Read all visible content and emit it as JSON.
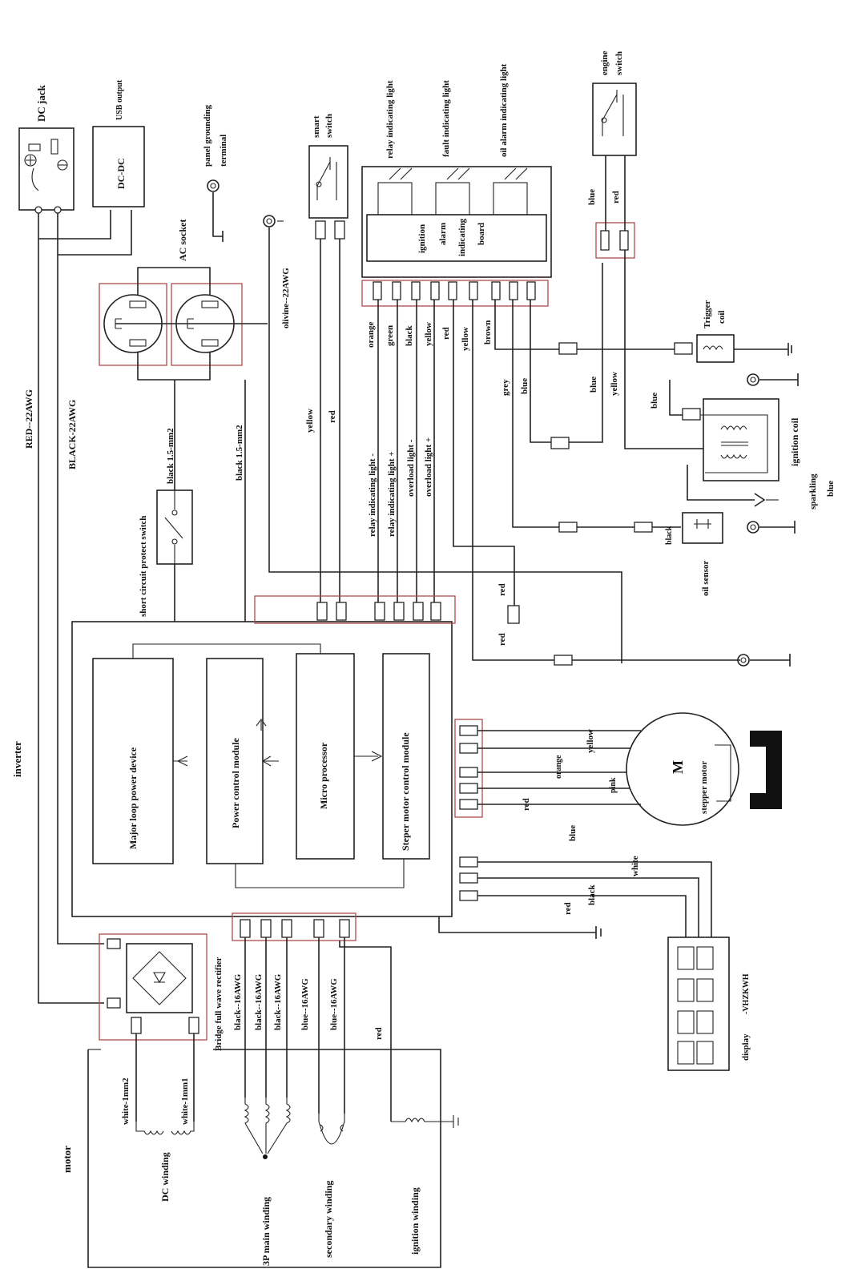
{
  "labels": {
    "dc_jack": "DC jack",
    "usb_output": "USB output",
    "dc_dc": "DC-DC",
    "panel_grounding": "panel grounding",
    "terminal": "terminal",
    "smart": "smart",
    "switch": "switch",
    "relay_light": "relay indicating light",
    "fault_light": "fault indicating light",
    "oil_light": "oil alarm indicating light",
    "engine": "engine",
    "engine_switch": "switch",
    "ac_socket": "AC socket",
    "olivine": "olivine--22AWG",
    "ignition": "ignition",
    "alarm": "alarm",
    "indicating": "indicating",
    "board": "board",
    "red_22awg": "RED--22AWG",
    "black_22awg": "BLACK-22AWG",
    "short_circuit": "short circuit protect switch",
    "black_15_a": "black 1.5-mm2",
    "black_15_b": "black 1.5-mm2",
    "w_yellow": "yellow",
    "w_red": "red",
    "w_orange": "orange",
    "w_green": "green",
    "w_black": "black",
    "w_yellow2": "yellow",
    "w_red2": "red",
    "w_yellow3": "yellow",
    "w_brown": "brown",
    "w_grey": "grey",
    "w_blue": "blue",
    "w_blue2": "blue",
    "w_yellow4": "yellow",
    "w_blue3": "blue",
    "w_red3": "red",
    "w_blue4": "blue",
    "relay_light_minus": "relay indicating light -",
    "relay_light_plus": "relay indicating light +",
    "overload_minus": "overload light -",
    "overload_plus": "overload light +",
    "trigger": "Trigger",
    "coil": "coil",
    "ignition_coil": "ignition coil",
    "sparkling": "sparkling",
    "sparkling_blue": "blue",
    "oil_sensor": "oil sensor",
    "w_black_sensor": "black",
    "w_red_a": "red",
    "w_red_b": "red",
    "inverter": "inverter",
    "major_loop": "Major loop power device",
    "power_control": "Power control module",
    "micro": "Micro processor",
    "steper": "Steper motor control module",
    "w_yellow_m": "yellow",
    "w_orange_m": "orange",
    "w_pink_m": "pink",
    "w_red_m": "red",
    "w_blue_m": "blue",
    "stepper_motor": "stepper motor",
    "m_letter": "M",
    "w_white_d": "white",
    "w_black_d": "black",
    "w_red_d": "red",
    "display": "display",
    "display_code": "-VHZKWH",
    "bridge": "Bridge full wave rectifier",
    "b16_1": "black--16AWG",
    "b16_2": "black--16AWG",
    "b16_3": "black--16AWG",
    "bl16_1": "blue--16AWG",
    "bl16_2": "blue--16AWG",
    "w_red_ign": "red",
    "white_1mm2": "white-1mm2",
    "white_1mm1": "white-1mm1",
    "motor": "motor",
    "dc_winding": "DC winding",
    "main_winding": "3P main winding",
    "secondary_winding": "secondary winding",
    "ignition_winding": "ignition winding"
  }
}
